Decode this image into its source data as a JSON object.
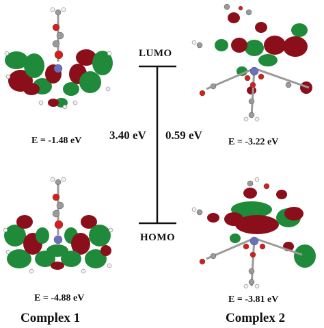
{
  "levels": {
    "lumo": "LUMO",
    "homo": "HOMO"
  },
  "gaps": {
    "complex1": "3.40 eV",
    "complex2": "0.59 eV"
  },
  "complex1": {
    "name": "Complex 1",
    "lumo_energy": "E = -1.48 eV",
    "homo_energy": "E = -4.88 eV"
  },
  "complex2": {
    "name": "Complex 2",
    "lumo_energy": "E = -3.22 eV",
    "homo_energy": "E = -3.81 eV"
  },
  "colors": {
    "lobe_green": "#1f8a3a",
    "lobe_red": "#8b0f1a",
    "atom_grey": "#9a9a9a",
    "atom_white": "#f2f2f2",
    "atom_red": "#d41f1f",
    "atom_blue": "#6a6fbf"
  }
}
